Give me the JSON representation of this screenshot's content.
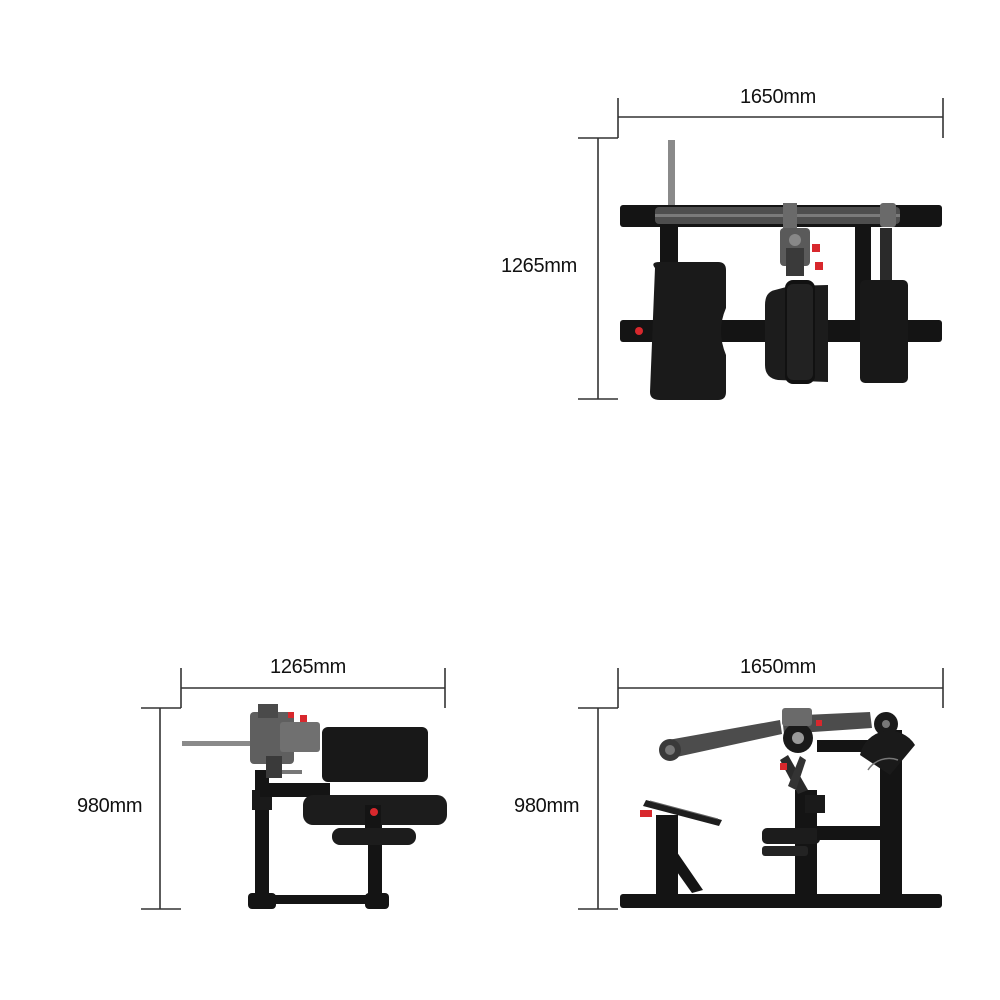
{
  "views": {
    "top": {
      "width_label": "1650mm",
      "depth_label": "1265mm"
    },
    "side": {
      "depth_label": "1265mm",
      "height_label": "980mm"
    },
    "front": {
      "width_label": "1650mm",
      "height_label": "980mm"
    }
  },
  "colors": {
    "frame": "#141414",
    "pad": "#1c1c1c",
    "metal": "#5a5a5a",
    "accent_red": "#d8282d",
    "dimension_line": "#333333"
  }
}
